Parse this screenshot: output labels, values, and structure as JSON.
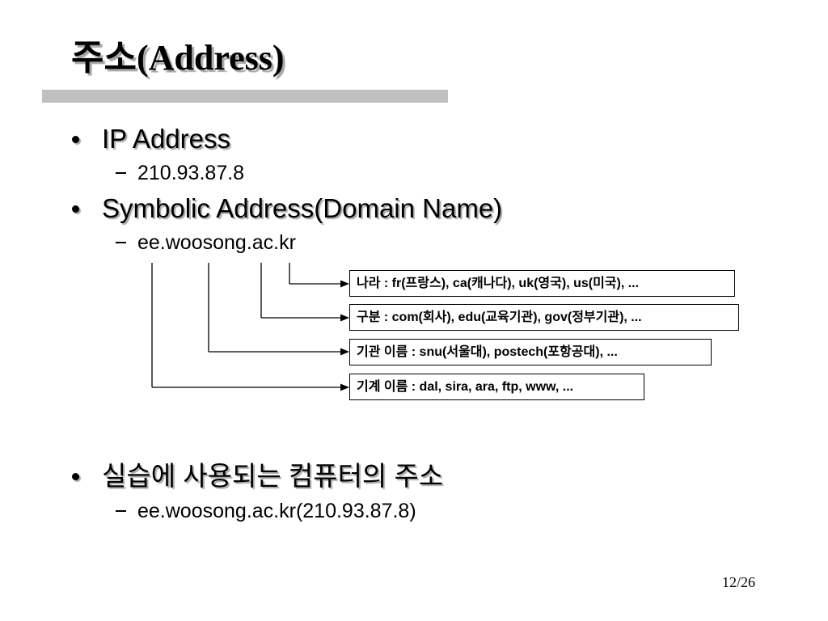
{
  "slide": {
    "title": "주소(Address)",
    "page_number": "12/26",
    "bullets": [
      {
        "text": "IP Address",
        "sub": [
          "210.93.87.8"
        ]
      },
      {
        "text": "Symbolic Address(Domain Name)",
        "sub": [
          "ee.woosong.ac.kr"
        ]
      },
      {
        "text": "실습에 사용되는 컴퓨터의 주소",
        "sub": [
          "ee.woosong.ac.kr(210.93.87.8)"
        ]
      }
    ],
    "domain_parts": [
      {
        "label": "나라 : fr(프랑스), ca(캐나다), uk(영국), us(미국), ..."
      },
      {
        "label": "구분 : com(회사), edu(교육기관), gov(정부기관), ..."
      },
      {
        "label": "기관 이름 : snu(서울대), postech(포항공대), ..."
      },
      {
        "label": "기계 이름 : dal, sira, ara, ftp, www, ..."
      }
    ]
  },
  "colors": {
    "background": "#ffffff",
    "text": "#000000",
    "title_bar": "#c0c0c0",
    "shadow": "#a6a6a6"
  }
}
